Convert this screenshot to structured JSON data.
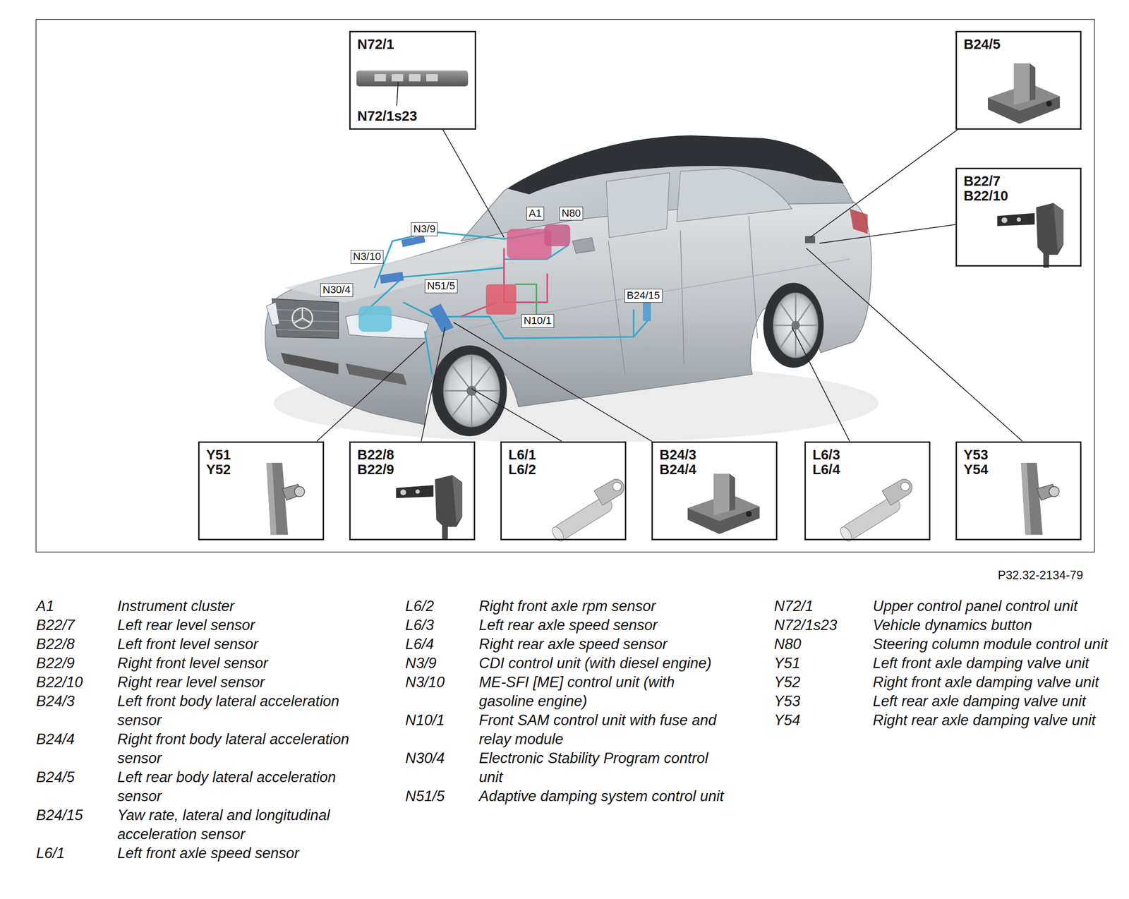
{
  "diagram": {
    "nodes": [
      {
        "text": [
          "N72/1",
          "N72/1s23"
        ]
      },
      {
        "text": [
          "B24/5"
        ]
      },
      {
        "text": [
          "B22/7",
          "B22/10"
        ]
      },
      {
        "text": [
          "A1"
        ]
      },
      {
        "text": [
          "N80"
        ]
      },
      {
        "text": [
          "N3/9"
        ]
      },
      {
        "text": [
          "N3/10"
        ]
      },
      {
        "text": [
          "N30/4"
        ]
      },
      {
        "text": [
          "N51/5"
        ]
      },
      {
        "text": [
          "B24/15"
        ]
      },
      {
        "text": [
          "N10/1"
        ]
      },
      {
        "text": [
          "Y51",
          "Y52"
        ]
      },
      {
        "text": [
          "B22/8",
          "B22/9"
        ]
      },
      {
        "text": [
          "L6/1",
          "L6/2"
        ]
      },
      {
        "text": [
          "B24/3",
          "B24/4"
        ]
      },
      {
        "text": [
          "L6/3",
          "L6/4"
        ]
      },
      {
        "text": [
          "Y53",
          "Y54"
        ]
      }
    ],
    "labels": [
      "P32.32-2134-79",
      "A1",
      "Instrument cluster",
      "B22/7",
      "Left rear level sensor",
      "B22/8",
      "Left front level sensor",
      "B22/9",
      "Right front level sensor",
      "B22/10",
      "Right rear level sensor",
      "B24/3",
      "Left front body lateral acceleration sensor",
      "B24/4",
      "Right front body lateral acceleration sensor",
      "B24/5",
      "Left rear body lateral acceleration sensor",
      "B24/15",
      "Yaw rate, lateral and longitudinal acceleration sensor",
      "L6/1",
      "Left front axle speed sensor",
      "L6/2",
      "Right front axle rpm sensor",
      "L6/3",
      "Left rear axle speed sensor",
      "L6/4",
      "Right rear axle speed sensor",
      "N3/9",
      "CDI control unit (with diesel engine)",
      "N3/10",
      "ME-SFI [ME] control unit (with gasoline engine)",
      "N10/1",
      "Front SAM control unit with fuse and relay module",
      "N30/4",
      "Electronic Stability Program control unit",
      "N51/5",
      "Adaptive damping system control unit",
      "N72/1",
      "Upper control panel control unit",
      "N72/1s23",
      "Vehicle dynamics button",
      "N80",
      "Steering column module control unit",
      "Y51",
      "Left front axle damping valve unit",
      "Y52",
      "Right front axle damping valve unit",
      "Y53",
      "Left rear axle damping valve unit",
      "Y54",
      "Right rear axle damping valve unit"
    ]
  }
}
